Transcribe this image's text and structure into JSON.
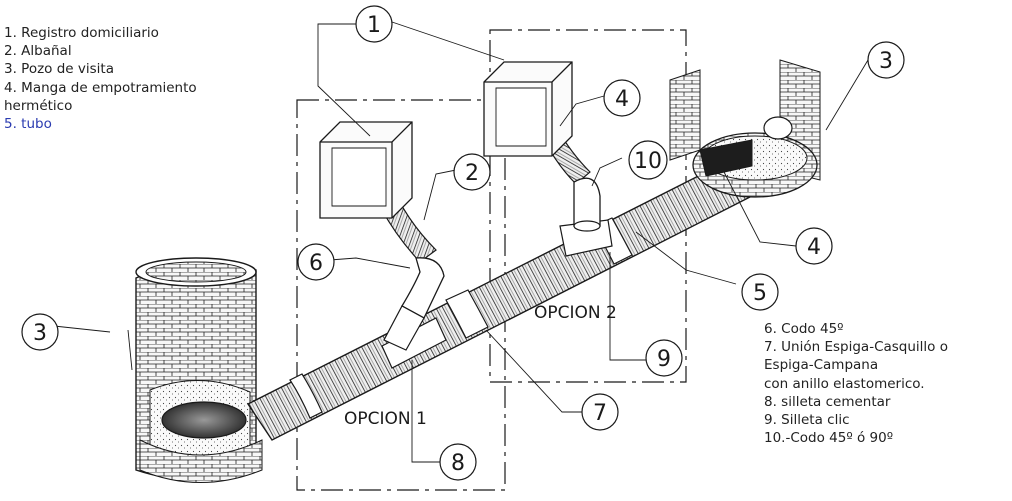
{
  "legend_left": {
    "items": [
      {
        "text": "1. Registro domiciliario",
        "color": "#222222"
      },
      {
        "text": "2. Albañal",
        "color": "#222222"
      },
      {
        "text": "3. Pozo de visita",
        "color": "#222222"
      },
      {
        "text": "4. Manga de empotramiento\n    hermético",
        "color": "#222222"
      },
      {
        "text": "5. tubo",
        "color": "#2a3bb0"
      }
    ]
  },
  "legend_right": {
    "items": [
      {
        "text": "6. Codo 45º"
      },
      {
        "text": "7. Unión Espiga-Casquillo o\n    Espiga-Campana\n    con anillo elastomerico."
      },
      {
        "text": "8. silleta cementar"
      },
      {
        "text": "9. Silleta clic"
      },
      {
        "text": "10.-Codo 45º ó 90º"
      }
    ]
  },
  "opciones": {
    "opcion1": "OPCION 1",
    "opcion2": "OPCION 2"
  },
  "callouts": {
    "c1": "1",
    "c2": "2",
    "c3a": "3",
    "c3b": "3",
    "c4a": "4",
    "c4b": "4",
    "c5": "5",
    "c6": "6",
    "c7": "7",
    "c8": "8",
    "c9": "9",
    "c10": "10"
  },
  "colors": {
    "line": "#1a1a1a",
    "brick_fill": "#f4f4f4",
    "pipe_fill": "#e9e9e9",
    "shadow": "#555555"
  }
}
